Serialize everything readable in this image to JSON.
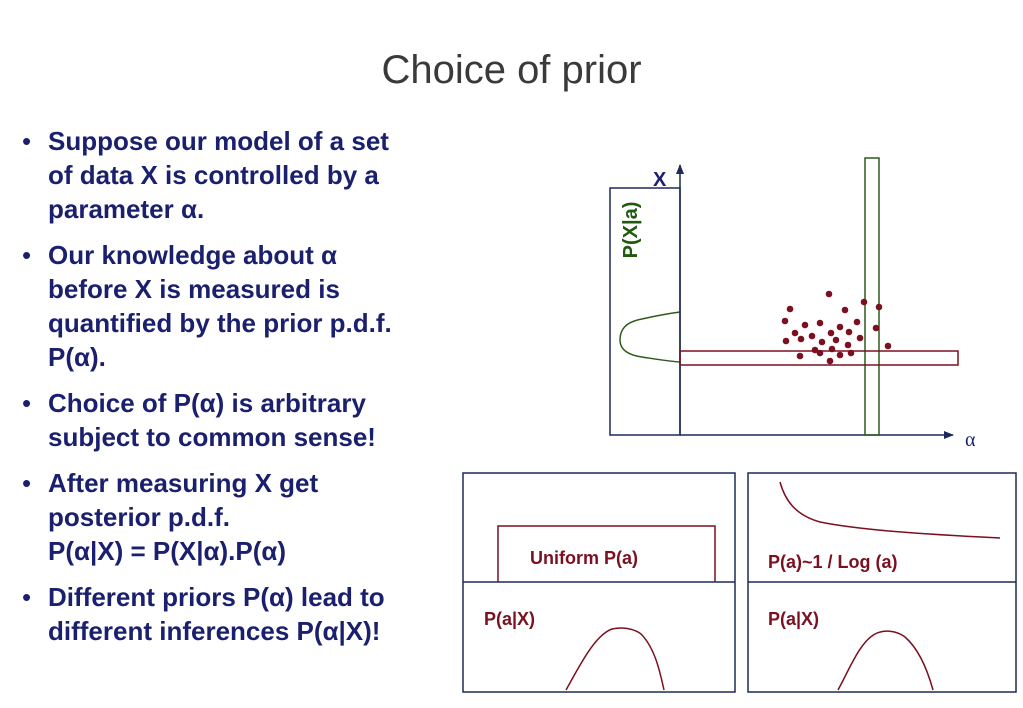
{
  "slide": {
    "title": "Choice of prior",
    "bullet_char": "•",
    "bullets": [
      {
        "lines": [
          "Suppose our model of a set",
          "of data X is controlled by a",
          "parameter α."
        ]
      },
      {
        "lines": [
          "Our knowledge about α",
          "before X is measured is",
          "quantified by the prior p.d.f.",
          "P(α)."
        ]
      },
      {
        "lines": [
          "Choice of P(α) is arbitrary",
          "subject to common sense!"
        ]
      },
      {
        "lines": [
          "After measuring X get",
          "posterior p.d.f.",
          "P(α|X) = P(X|α).P(α)"
        ]
      },
      {
        "lines": [
          "Different priors P(α) lead to",
          "different inferences P(α|X)!"
        ]
      }
    ]
  },
  "diagram": {
    "x_axis_label": "X",
    "alpha_axis_label": "α",
    "likelihood_label": "P(X|a)"
  },
  "panels": {
    "left": {
      "prior_label": "Uniform P(a)",
      "posterior_label": "P(a|X)"
    },
    "right": {
      "prior_label": "P(a)~1 / Log (a)",
      "posterior_label": "P(a|X)"
    }
  },
  "colors": {
    "text_blue": "#1a1f6e",
    "box_navy": "#1b2a5a",
    "curve_green": "#2f5a1a",
    "label_green": "#1f5a0f",
    "maroon": "#7a1020",
    "title_gray": "#3a3a3a"
  }
}
